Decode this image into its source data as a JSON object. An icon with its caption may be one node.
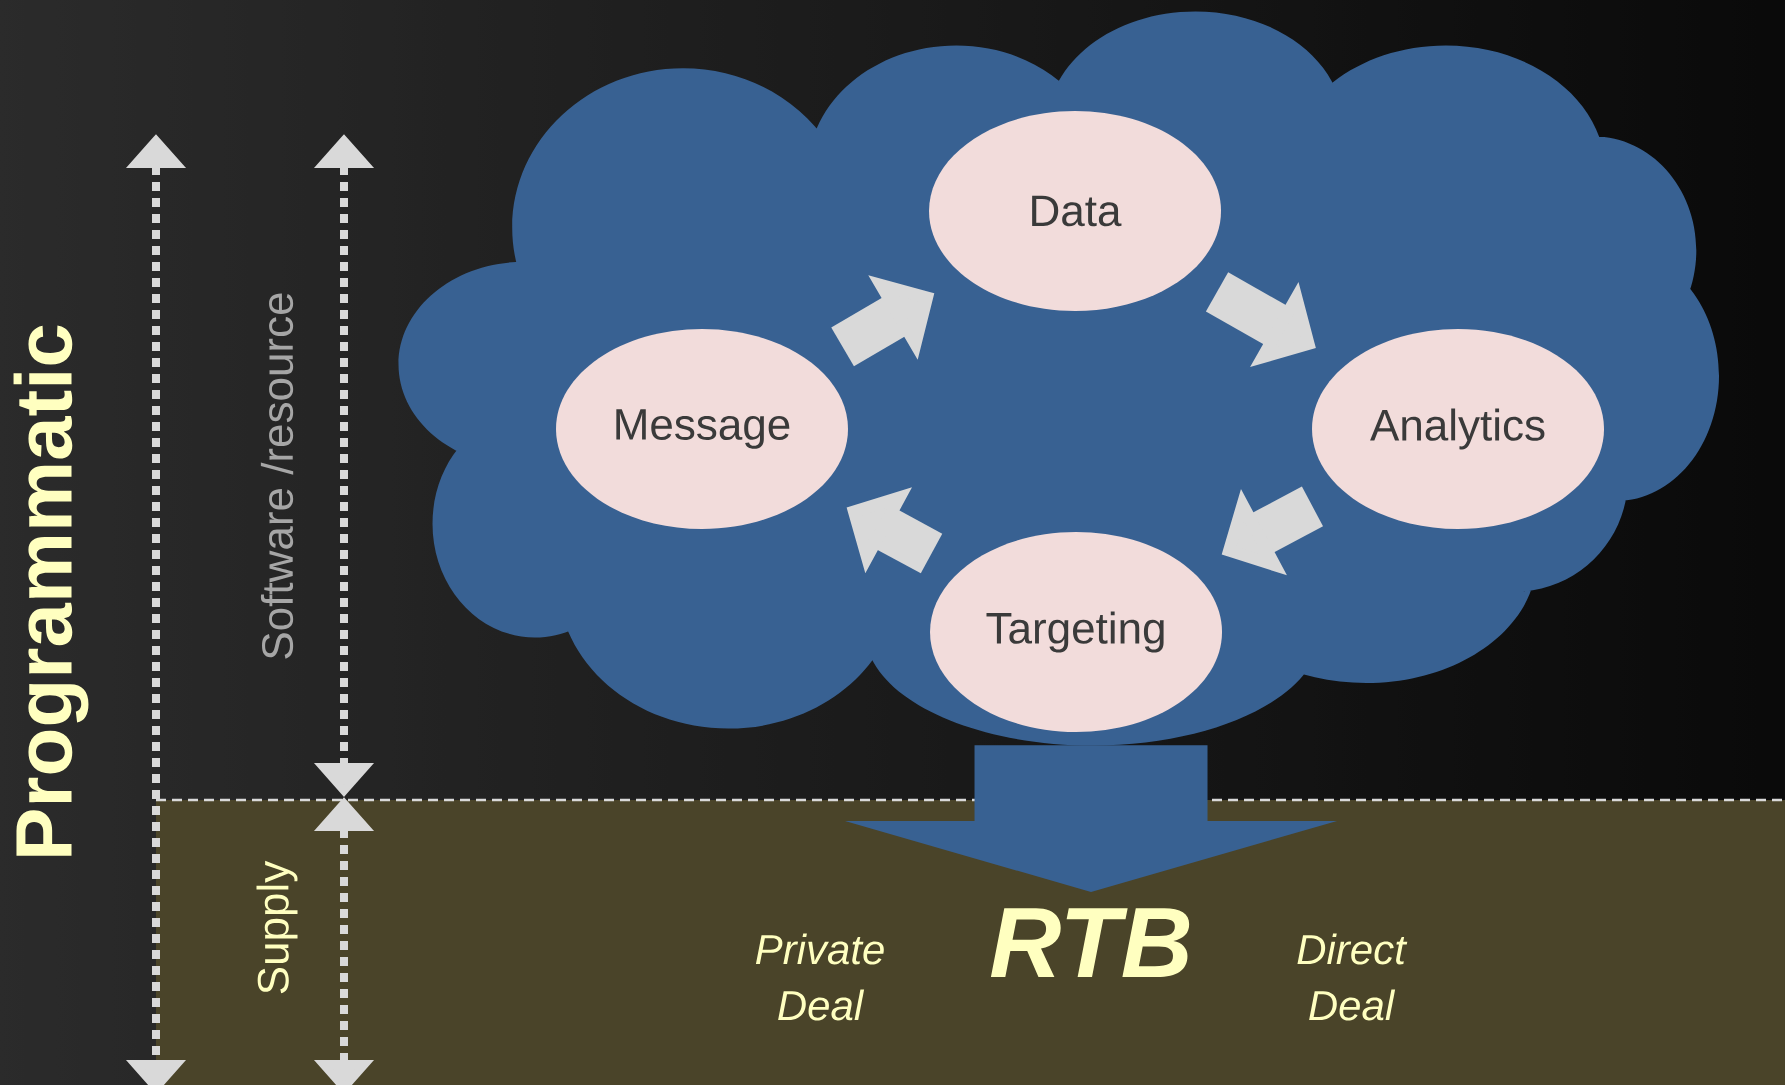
{
  "diagram": {
    "nodes": [
      {
        "text": [],
        "shape": "cloud"
      },
      {
        "text": [
          "Data"
        ],
        "in": 0
      },
      {
        "text": [
          "Message"
        ],
        "in": 0
      },
      {
        "text": [
          "Analytics"
        ],
        "in": 0
      },
      {
        "text": [
          "Targeting"
        ],
        "in": 0
      },
      {
        "text": [
          "RTB"
        ]
      }
    ],
    "edges": [
      {
        "from": 2,
        "to": 1,
        "arrow": "to"
      },
      {
        "from": 1,
        "to": 3,
        "arrow": "to"
      },
      {
        "from": 3,
        "to": 4,
        "arrow": "to"
      },
      {
        "from": 4,
        "to": 2,
        "arrow": "to"
      },
      {
        "from": 0,
        "to": 5,
        "arrow": "to",
        "style": "thick",
        "color": "#386192"
      }
    ],
    "labels": [
      "Programmatic",
      "Software /resource",
      "Supply",
      "Private Deal",
      "Direct Deal"
    ]
  }
}
